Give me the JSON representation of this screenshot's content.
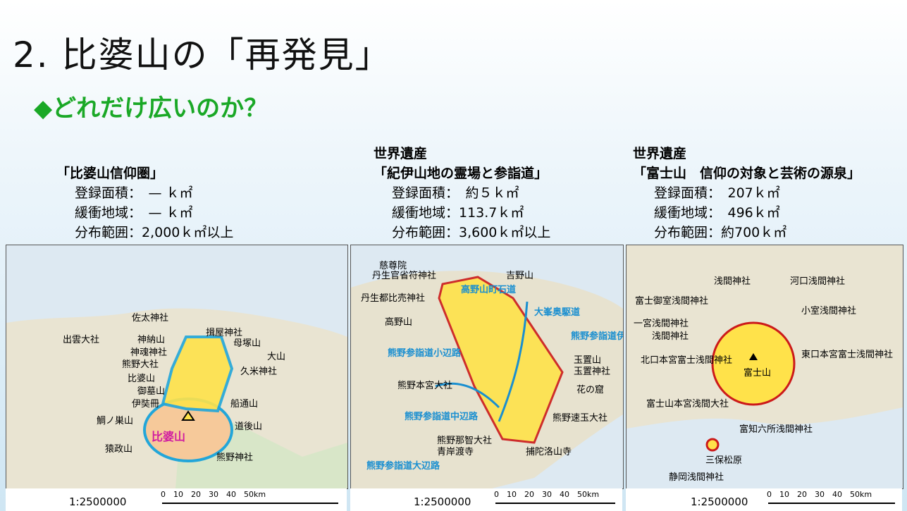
{
  "title": "2. 比婆山の「再発見」",
  "subtitle": "◆どれだけ広いのか？",
  "columns": [
    {
      "heading1": "",
      "heading2": "「比婆山信仰圏」",
      "stat1": "登録面積：　— ｋ㎡",
      "stat2": "緩衝地域：　— ｋ㎡",
      "stat3": "分布範囲：2,000ｋ㎡以上"
    },
    {
      "heading1": "世界遺産",
      "heading2": "「紀伊山地の霊場と参詣道」",
      "stat1": "登録面積：　約５ｋ㎡",
      "stat2": "緩衝地域：113.7ｋ㎡",
      "stat3": "分布範囲：3,600ｋ㎡以上"
    },
    {
      "heading1": "世界遺産",
      "heading2": "「富士山　信仰の対象と芸術の源泉」",
      "stat1": "登録面積：　207ｋ㎡",
      "stat2": "緩衝地域：　496ｋ㎡",
      "stat3": "分布範囲：約700ｋ㎡"
    }
  ],
  "maps": {
    "hiba": {
      "labels": [
        "佐太神社",
        "出雲大社",
        "揖屋神社",
        "母塚山",
        "神納山",
        "神魂神社",
        "大山",
        "熊野大社",
        "比婆山",
        "久米神社",
        "御墓山",
        "伊奘冊",
        "船通山",
        "鯛ノ巣山",
        "道後山",
        "猿政山",
        "熊野神社"
      ],
      "center_label": "比婆山",
      "fill_colors": {
        "yellow": "#ffe24a",
        "orange": "#f6c99a",
        "outline": "#22a6d9"
      }
    },
    "kii": {
      "labels": [
        "慈尊院",
        "丹生官省符神社",
        "丹生都比売神社",
        "吉野山",
        "高野山",
        "熊野本宮大社",
        "玉置山",
        "玉置神社",
        "花の窟",
        "熊野速玉大社",
        "熊野那智大社",
        "青岸渡寺",
        "捕陀洛山寺"
      ],
      "route_labels": [
        "高野山町石道",
        "大峯奥駆道",
        "熊野参詣道伊勢路",
        "熊野参詣道小辺路",
        "熊野参詣道中辺路",
        "熊野参詣道大辺路"
      ]
    },
    "fuji": {
      "labels": [
        "浅間神社",
        "河口浅間神社",
        "富士御室浅間神社",
        "小室浅間神社",
        "一宮浅間神社",
        "浅間神社",
        "北口本宮富士浅間神社",
        "東口本宮富士浅間神社",
        "富士山",
        "富士山本宮浅間大社",
        "富知六所浅間神社",
        "三保松原",
        "静岡浅間神社"
      ]
    }
  },
  "scale": {
    "ratio": "1:2500000",
    "ticks": "0　10　20　30　40　50km"
  }
}
